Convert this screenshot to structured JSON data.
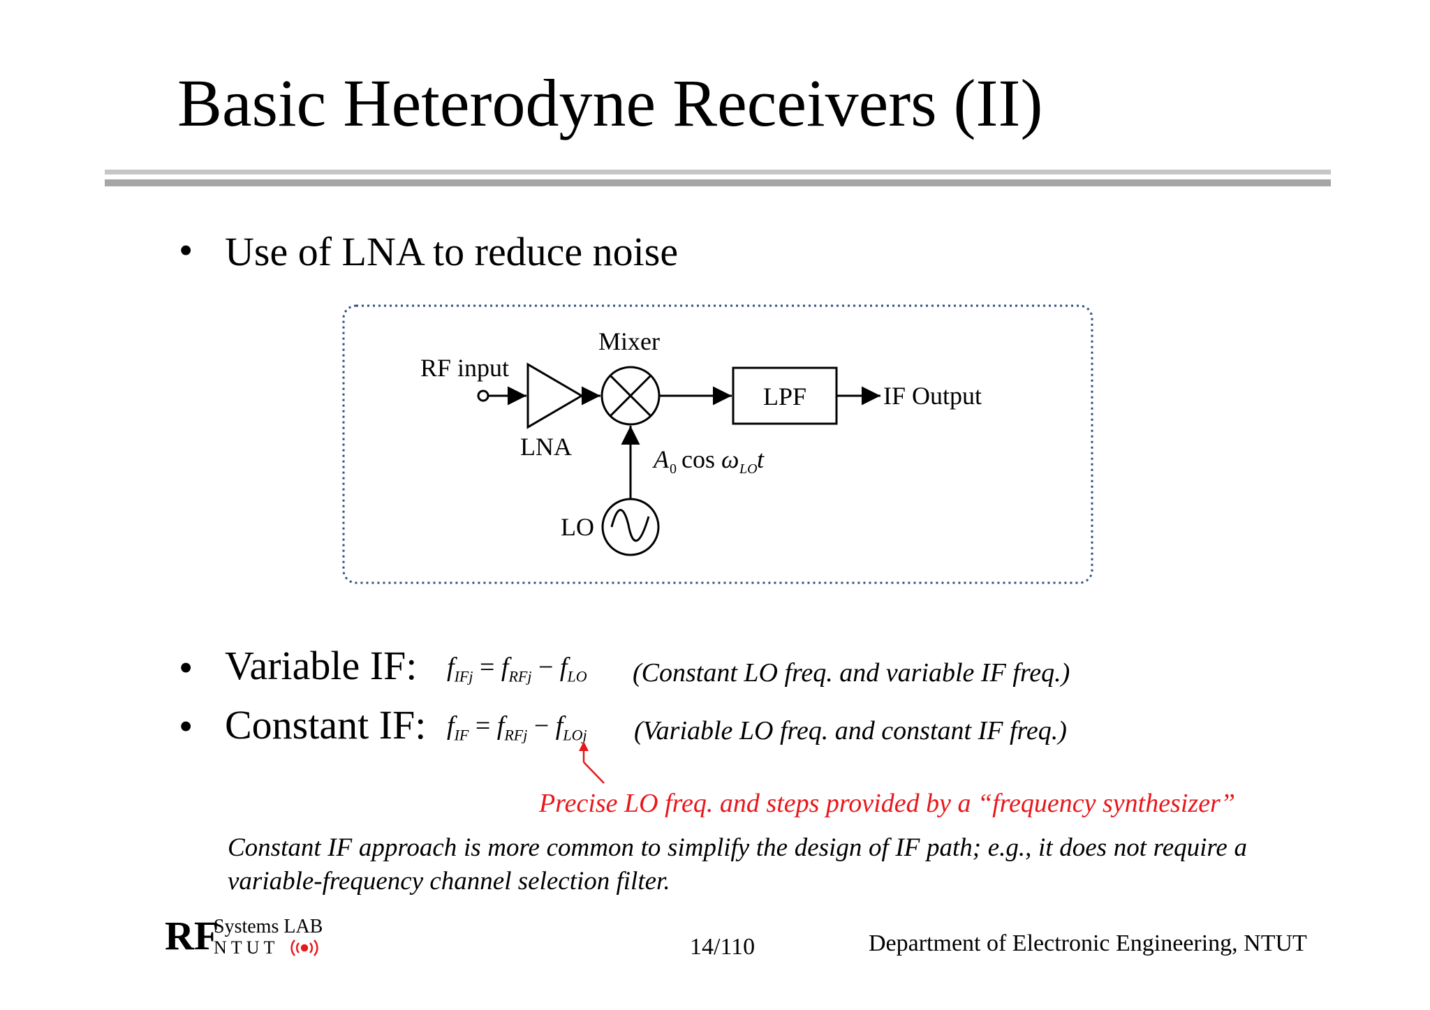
{
  "title": "Basic Heterodyne Receivers (II)",
  "bullets": {
    "b1": "Use of LNA to reduce noise",
    "b2": "Variable IF:",
    "b3": "Constant IF:",
    "dot": "•"
  },
  "diagram": {
    "rf_input": "RF input",
    "lna": "LNA",
    "mixer": "Mixer",
    "lpf": "LPF",
    "if_output": "IF Output",
    "lo": "LO",
    "lo_signal_A": "A",
    "lo_signal_A_sub": "0",
    "lo_signal_cos": "cos",
    "lo_signal_omega": "ω",
    "lo_signal_omega_sub": "LO",
    "lo_signal_t": "t"
  },
  "formulas": {
    "variable": {
      "lhs": "f",
      "lhs_sub": "IFj",
      "eq": " = ",
      "a": "f",
      "a_sub": "RFj",
      "minus": " − ",
      "b": "f",
      "b_sub": "LO"
    },
    "constant": {
      "lhs": "f",
      "lhs_sub": "IF",
      "eq": " = ",
      "a": "f",
      "a_sub": "RFj",
      "minus": " − ",
      "b": "f",
      "b_sub": "LOj"
    }
  },
  "notes": {
    "variable_note": "(Constant LO freq. and variable IF freq.)",
    "constant_note": "(Variable LO freq. and constant IF freq.)",
    "synth_note": "Precise LO freq. and steps provided by a “frequency synthesizer”",
    "paragraph": "Constant IF approach is more common to simplify the design of IF path; e.g., it does not require a variable-frequency channel selection filter."
  },
  "footer": {
    "page": "14/110",
    "dept": "Department of Electronic Engineering, NTUT",
    "logo_rf": "RF",
    "logo_systems": "Systems LAB",
    "logo_ntut": "N T U T"
  },
  "colors": {
    "accent_red": "#e8171b",
    "dotted_border": "#2f4f7f",
    "rule_light": "#c6c6c6",
    "rule_dark": "#a6a6a6"
  }
}
